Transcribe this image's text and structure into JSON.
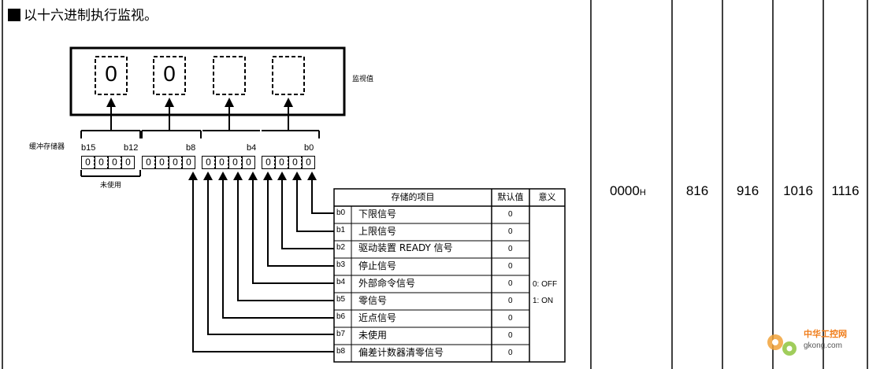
{
  "heading": "以十六进制执行监视。",
  "monitor": {
    "digits": [
      "0",
      "0",
      "",
      ""
    ],
    "label": "监视值"
  },
  "buffer": {
    "label": "缓冲存储器",
    "bit_labels": [
      "b15",
      "b12",
      "b8",
      "b4",
      "b0"
    ],
    "bits": [
      "0",
      "0",
      "0",
      "0",
      "0",
      "0",
      "0",
      "0",
      "0",
      "0",
      "0",
      "0",
      "0",
      "0",
      "0",
      "0"
    ],
    "unused_label": "未使用"
  },
  "table": {
    "headers": [
      "存储的项目",
      "默认值",
      "意义"
    ],
    "rows": [
      {
        "bit": "b0",
        "item": "下限信号",
        "default": "0"
      },
      {
        "bit": "b1",
        "item": "上限信号",
        "default": "0"
      },
      {
        "bit": "b2",
        "item": "驱动装置 READY 信号",
        "default": "0"
      },
      {
        "bit": "b3",
        "item": "停止信号",
        "default": "0"
      },
      {
        "bit": "b4",
        "item": "外部命令信号",
        "default": "0"
      },
      {
        "bit": "b5",
        "item": "零信号",
        "default": "0"
      },
      {
        "bit": "b6",
        "item": "近点信号",
        "default": "0"
      },
      {
        "bit": "b7",
        "item": "未使用",
        "default": "0"
      },
      {
        "bit": "b8",
        "item": "偏差计数器清零信号",
        "default": "0"
      }
    ],
    "meaning": [
      "0: OFF",
      "1: ON"
    ]
  },
  "columns": {
    "initial_value": "0000",
    "initial_value_suffix": "H",
    "addresses": [
      "816",
      "916",
      "1016",
      "1116"
    ]
  },
  "watermark": {
    "line1": "中华工控网",
    "line2": "gkong.com"
  }
}
